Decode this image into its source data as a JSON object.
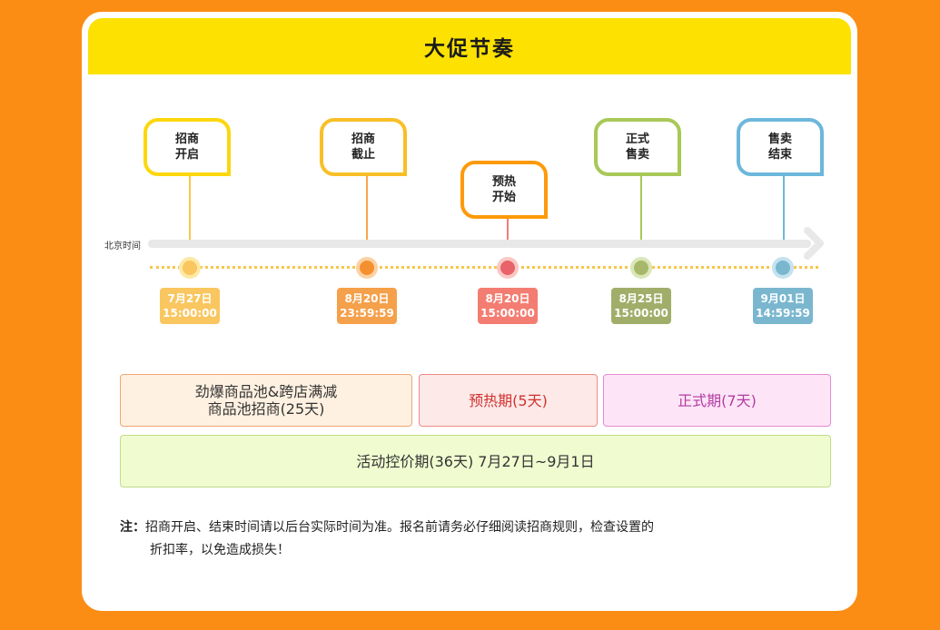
{
  "title": "大促节奏",
  "axis_label": "北京时间",
  "stages": [
    {
      "label": "招商\n开启",
      "color": "#fcd70d"
    },
    {
      "label": "招商\n截止",
      "color": "#f9bf27"
    },
    {
      "label": "预热\n开始",
      "color": "#fd9a0b"
    },
    {
      "label": "正式\n售卖",
      "color": "#a8c857"
    },
    {
      "label": "售卖\n结束",
      "color": "#6cb7db"
    }
  ],
  "dates": [
    {
      "day": "7月27日",
      "time": "15:00:00",
      "color": "#f9c660"
    },
    {
      "day": "8月20日",
      "time": "23:59:59",
      "color": "#f5a04a"
    },
    {
      "day": "8月20日",
      "time": "15:00:00",
      "color": "#f37d72"
    },
    {
      "day": "8月25日",
      "time": "15:00:00",
      "color": "#a0ae6a"
    },
    {
      "day": "9月01日",
      "time": "14:59:59",
      "color": "#7ab7cf"
    }
  ],
  "periods": {
    "recruit": "劲爆商品池&跨店满减\n商品池招商(25天)",
    "preheat": "预热期(5天)",
    "formal": "正式期(7天)",
    "price_control": "活动控价期(36天) 7月27日~9月1日"
  },
  "note": {
    "prefix": "注：",
    "line1": "招商开启、结束时间请以后台实际时间为准。报名前请务必仔细阅读招商规则，检查设置的",
    "line2": "折扣率，以免造成损失！"
  }
}
